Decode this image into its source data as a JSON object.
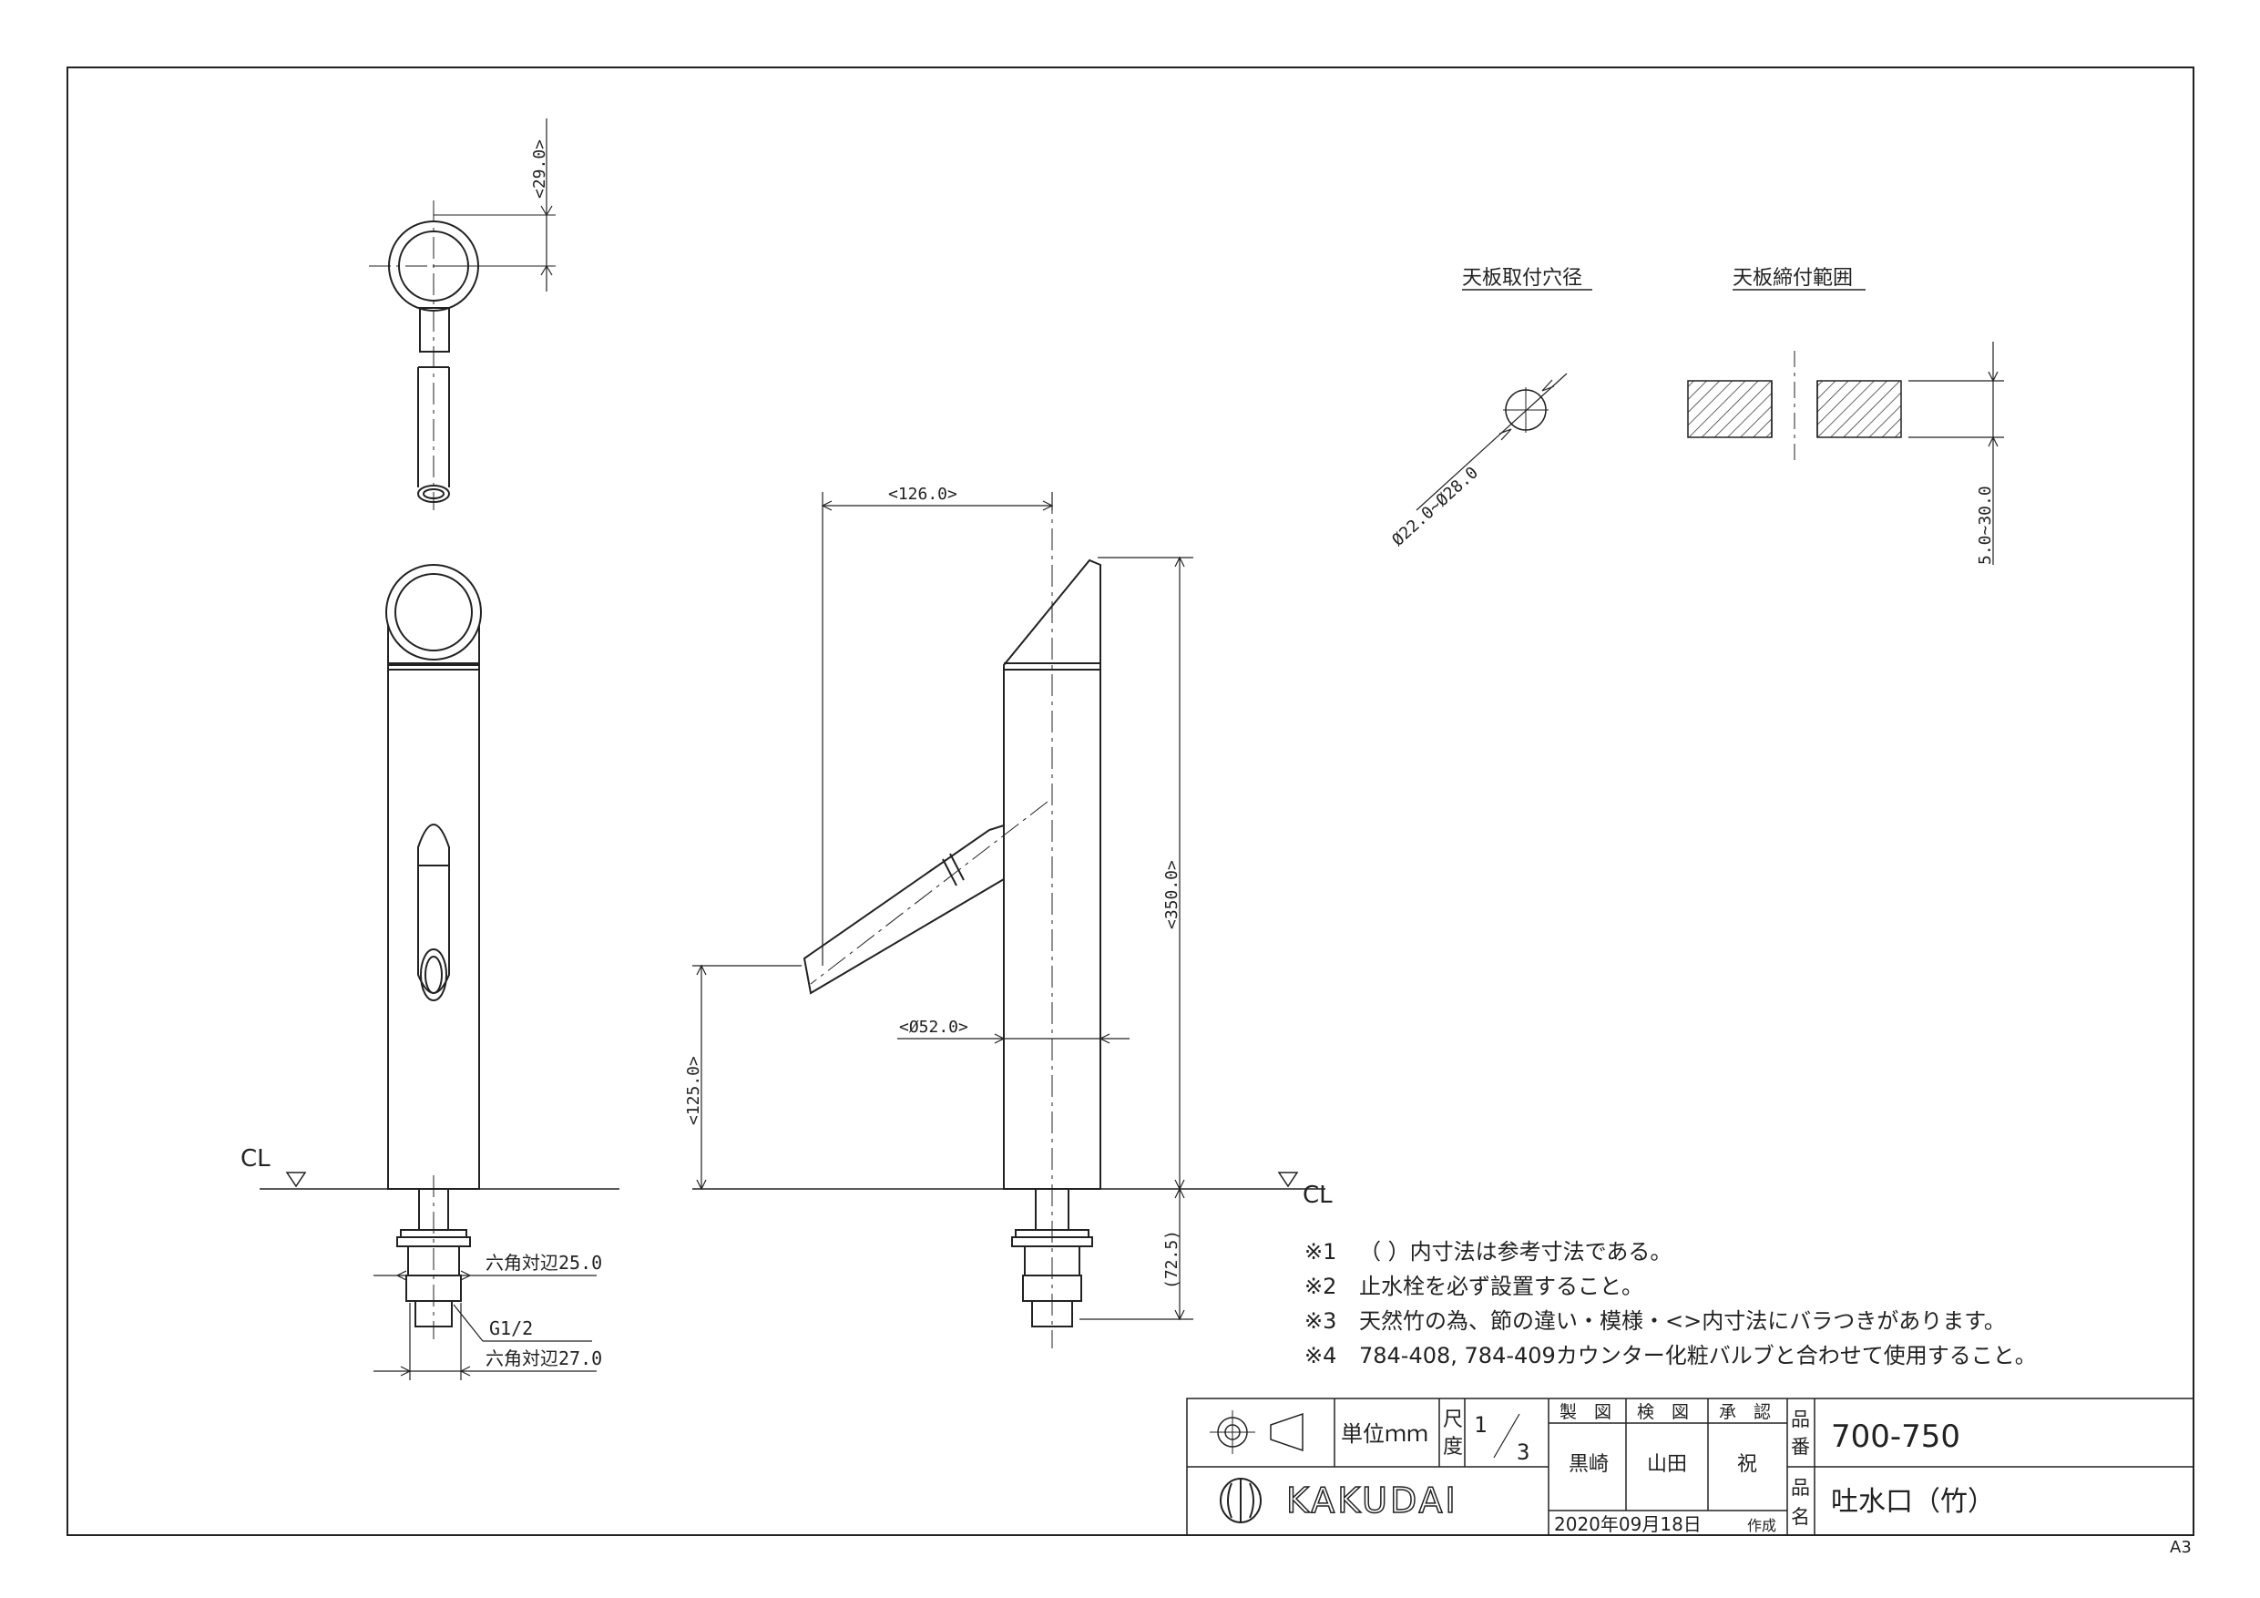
{
  "top_view": {
    "dim_29": "<29.0>"
  },
  "side_view": {
    "dim_126": "<126.0>",
    "dim_350": "<350.0>",
    "dim_125": "<125.0>",
    "dim_52": "<Ø52.0>",
    "dim_72_5": "(72.5)"
  },
  "front_view": {
    "cl_label": "CL",
    "hex_25": "六角対辺25.0",
    "g12": "G1/2",
    "hex_27": "六角対辺27.0"
  },
  "side_cl_label": "CL",
  "hole_detail": {
    "title": "天板取付穴径",
    "dim": "Ø22.0~Ø28.0"
  },
  "clamp_detail": {
    "title": "天板締付範囲",
    "dim": "5.0~30.0"
  },
  "notes": [
    {
      "mark": "※1",
      "text": "（ ）内寸法は参考寸法である。"
    },
    {
      "mark": "※2",
      "text": "止水栓を必ず設置すること。"
    },
    {
      "mark": "※3",
      "text": "天然竹の為、節の違い・模様・<>内寸法にバラつきがあります。"
    },
    {
      "mark": "※4",
      "text": "784-408, 784-409カウンター化粧バルブと合わせて使用すること。"
    }
  ],
  "title_block": {
    "unit_label": "単位ｍｍ",
    "scale_label_1": "尺",
    "scale_label_2": "度",
    "scale_num": "1",
    "scale_den": "3",
    "col_drawn": "製　図",
    "col_checked": "検　図",
    "col_approved": "承　認",
    "drawn_by": "黒崎",
    "checked_by": "山田",
    "approved_by": "祝",
    "part_no_label_1": "品",
    "part_no_label_2": "番",
    "part_no": "700-750",
    "part_name_label_1": "品",
    "part_name_label_2": "名",
    "part_name": "吐水口（竹）",
    "date": "2020年09月18日",
    "date_suffix": "作成",
    "brand": "KAKUDAI"
  },
  "sheet_size": "A3"
}
